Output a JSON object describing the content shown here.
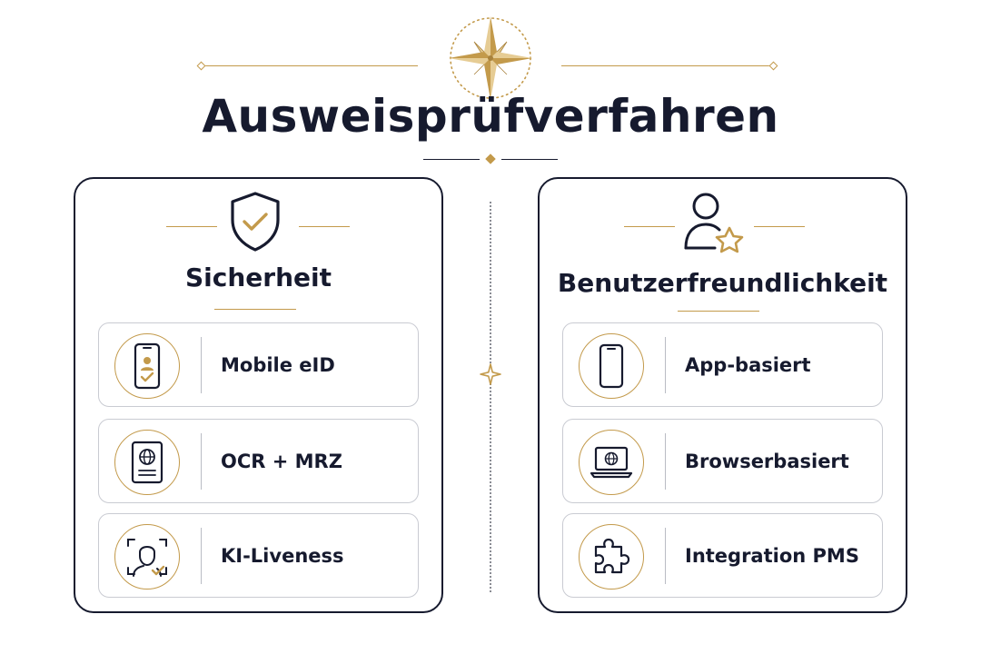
{
  "title": "Ausweisprüfverfahren",
  "colors": {
    "gold": "#c39a4b",
    "navy": "#161a2e",
    "border": "#c9cbd2"
  },
  "header_icon": "compass-rose-icon",
  "panels": [
    {
      "title": "Sicherheit",
      "icon": "shield-check-icon",
      "items": [
        {
          "label": "Mobile eID",
          "icon": "phone-user-check-icon"
        },
        {
          "label": "OCR + MRZ",
          "icon": "passport-icon"
        },
        {
          "label": "KI-Liveness",
          "icon": "face-scan-icon"
        }
      ]
    },
    {
      "title": "Benutzerfreundlichkeit",
      "icon": "user-star-icon",
      "items": [
        {
          "label": "App-basiert",
          "icon": "smartphone-icon"
        },
        {
          "label": "Browserbasiert",
          "icon": "laptop-globe-icon"
        },
        {
          "label": "Integration PMS",
          "icon": "puzzle-icon"
        }
      ]
    }
  ]
}
